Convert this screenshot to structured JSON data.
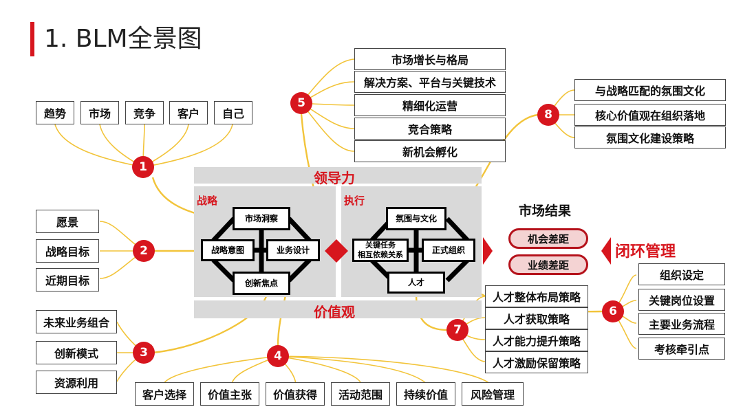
{
  "title": "1. BLM全景图",
  "colors": {
    "accent": "#d7161e",
    "connector": "#f2c43a",
    "panel": "#d9d9d9"
  },
  "markers": [
    "1",
    "2",
    "3",
    "4",
    "5",
    "6",
    "7",
    "8"
  ],
  "group1": [
    "趋势",
    "市场",
    "竞争",
    "客户",
    "自己"
  ],
  "group2": [
    "愿景",
    "战略目标",
    "近期目标"
  ],
  "group3": [
    "未来业务组合",
    "创新模式",
    "资源利用"
  ],
  "group4": [
    "客户选择",
    "价值主张",
    "价值获得",
    "活动范围",
    "持续价值",
    "风险管理"
  ],
  "group5": [
    "市场增长与格局",
    "解决方案、平台与关键技术",
    "精细化运营",
    "竞合策略",
    "新机会孵化"
  ],
  "group6": [
    "组织设定",
    "关键岗位设置",
    "主要业务流程",
    "考核牵引点"
  ],
  "group7": [
    "人才整体布局策略",
    "人才获取策略",
    "人才能力提升策略",
    "人才激励保留策略"
  ],
  "group8": [
    "与战略匹配的氛围文化",
    "核心价值观在组织落地",
    "氛围文化建设策略"
  ],
  "center": {
    "leadership": "领导力",
    "values": "价值观",
    "strategy_label": "战略",
    "execution_label": "执行",
    "strategy_boxes": {
      "insight": "市场洞察",
      "intent": "战略意图",
      "design": "业务设计",
      "focus": "创新焦点"
    },
    "execution_boxes": {
      "culture": "氛围与文化",
      "tasks": "关键任务\n相互依赖关系",
      "org": "正式组织",
      "talent": "人才"
    }
  },
  "results": {
    "title": "市场结果",
    "gap1": "机会差距",
    "gap2": "业绩差距",
    "closed_loop": "闭环管理"
  }
}
